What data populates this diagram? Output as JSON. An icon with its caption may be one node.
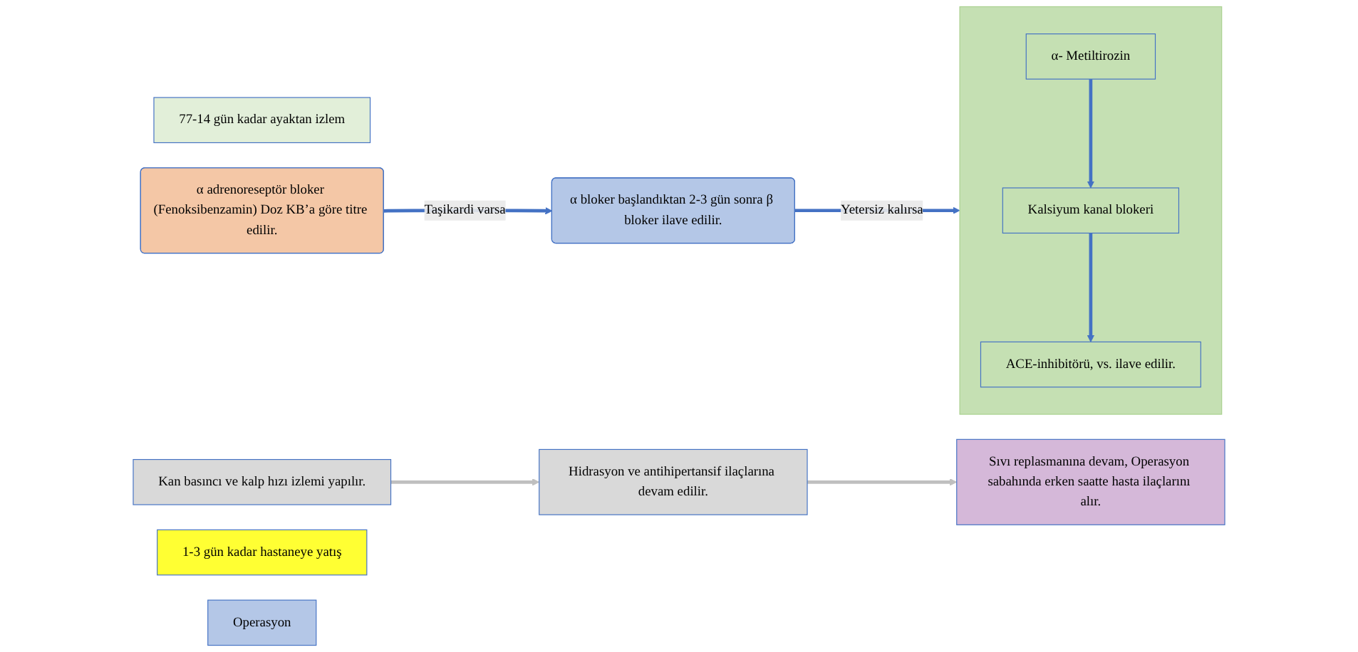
{
  "diagram": {
    "nodes": [
      {
        "text": [
          "77-14 gün kadar ayaktan izlem"
        ]
      },
      {
        "text": [
          "α adrenoreseptör bloker (Fenoksibenzamin) Doz KB’a göre titre edilir."
        ]
      },
      {
        "text": [
          "α bloker başlandıktan 2-3 gün sonra β bloker ilave edilir."
        ]
      },
      {
        "text": [],
        "shape": "box"
      },
      {
        "text": [
          "α- Metiltirozin"
        ],
        "in": 3
      },
      {
        "text": [
          "Kalsiyum kanal blokeri"
        ],
        "in": 3
      },
      {
        "text": [
          "ACE-inhibitörü, vs. ilave edilir."
        ],
        "in": 3
      },
      {
        "text": [
          "Kan basıncı ve kalp hızı izlemi yapılır."
        ]
      },
      {
        "text": [
          "1-3 gün kadar hastaneye yatış"
        ]
      },
      {
        "text": [
          "Hidrasyon ve antihipertansif ilaçlarına devam edilir."
        ]
      },
      {
        "text": [
          "Operasyon"
        ]
      },
      {
        "text": [
          "Sıvı replasmanına devam, Operasyon sabahında erken saatte hasta ilaçlarını alır."
        ]
      }
    ],
    "edges": [
      {
        "from": 1,
        "to": 2,
        "arrow": "to",
        "label": "Taşikardi varsa"
      },
      {
        "from": 2,
        "to": 3,
        "arrow": "to",
        "label": "Yetersiz kalırsa"
      },
      {
        "from": 4,
        "to": 5,
        "arrow": "to"
      },
      {
        "from": 5,
        "to": 6,
        "arrow": "to"
      },
      {
        "from": 7,
        "to": 9,
        "arrow": "to",
        "color": "#bfbfbf"
      },
      {
        "from": 9,
        "to": 11,
        "arrow": "to",
        "color": "#bfbfbf"
      }
    ]
  }
}
